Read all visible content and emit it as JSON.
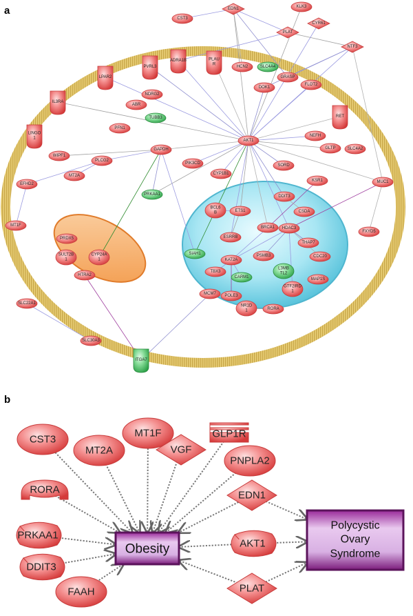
{
  "panel_a": {
    "letter": "a",
    "nodes": [
      {
        "id": "CST3",
        "label": "CST3",
        "fill": "red",
        "shape": "ellipse"
      },
      {
        "id": "EDN1",
        "label": "EDN1",
        "fill": "red",
        "shape": "diamond"
      },
      {
        "id": "KLK3",
        "label": "KLK3",
        "fill": "red",
        "shape": "ellipse"
      },
      {
        "id": "CYR61",
        "label": "CYR61",
        "fill": "red",
        "shape": "diamond"
      },
      {
        "id": "PLAT",
        "label": "PLAT",
        "fill": "red",
        "shape": "diamond"
      },
      {
        "id": "NTF3",
        "label": "NTF3",
        "fill": "red",
        "shape": "diamond"
      },
      {
        "id": "ADRA1B",
        "label": "ADRA1B",
        "fill": "red",
        "shape": "receptor"
      },
      {
        "id": "PVRL3",
        "label": "PVRL3",
        "fill": "red",
        "shape": "receptor"
      },
      {
        "id": "PLAUR",
        "label": "PLAU\nR",
        "fill": "red",
        "shape": "receptor"
      },
      {
        "id": "HCN2",
        "label": "HCN2",
        "fill": "red",
        "shape": "ellipse"
      },
      {
        "id": "SLC4A4",
        "label": "SLC4A4",
        "fill": "green",
        "shape": "ellipse"
      },
      {
        "id": "GRASP",
        "label": "GRASP",
        "fill": "red",
        "shape": "ellipse"
      },
      {
        "id": "LPAR2",
        "label": "LPAR2",
        "fill": "red",
        "shape": "receptor"
      },
      {
        "id": "NDRG2",
        "label": "NDRG2",
        "fill": "red",
        "shape": "ellipse"
      },
      {
        "id": "DOK1",
        "label": "DOK1",
        "fill": "red",
        "shape": "ellipse"
      },
      {
        "id": "FLOT2",
        "label": "FLOT2",
        "fill": "red",
        "shape": "ellipse"
      },
      {
        "id": "IL3RA",
        "label": "IL3RA",
        "fill": "red",
        "shape": "receptor"
      },
      {
        "id": "ABR",
        "label": "ABR",
        "fill": "red",
        "shape": "ellipse"
      },
      {
        "id": "TUBB3",
        "label": "TUBB3",
        "fill": "green",
        "shape": "ellipse"
      },
      {
        "id": "RET",
        "label": "RET",
        "fill": "red",
        "shape": "receptor"
      },
      {
        "id": "PFN1",
        "label": "PFN1",
        "fill": "red",
        "shape": "ellipse"
      },
      {
        "id": "LINGO1",
        "label": "LINGO\n1",
        "fill": "red",
        "shape": "receptor"
      },
      {
        "id": "AKT1",
        "label": "AKT1",
        "fill": "red",
        "shape": "ellipse"
      },
      {
        "id": "NEFH",
        "label": "NEFH",
        "fill": "red",
        "shape": "ellipse"
      },
      {
        "id": "GLTP",
        "label": "GLTP",
        "fill": "red",
        "shape": "ellipse"
      },
      {
        "id": "SLC4A2",
        "label": "SLC4A2",
        "fill": "red",
        "shape": "ellipse"
      },
      {
        "id": "WIPF1",
        "label": "WIPF1",
        "fill": "red",
        "shape": "ellipse"
      },
      {
        "id": "GAPDH",
        "label": "GAPDH",
        "fill": "red",
        "shape": "ellipse"
      },
      {
        "id": "PLCG2",
        "label": "PLCG2",
        "fill": "red",
        "shape": "ellipse"
      },
      {
        "id": "PIK3CD",
        "label": "PIK3CD",
        "fill": "red",
        "shape": "ellipse"
      },
      {
        "id": "SORD",
        "label": "SORD",
        "fill": "red",
        "shape": "ellipse"
      },
      {
        "id": "EFHD2",
        "label": "EFHD2",
        "fill": "red",
        "shape": "ellipse"
      },
      {
        "id": "MT2A",
        "label": "MT2A",
        "fill": "red",
        "shape": "ellipse"
      },
      {
        "id": "CYP1B1",
        "label": "CYP1B1",
        "fill": "red",
        "shape": "ellipse"
      },
      {
        "id": "KSR1",
        "label": "KSR1",
        "fill": "red",
        "shape": "ellipse"
      },
      {
        "id": "MUC1",
        "label": "MUC1",
        "fill": "red",
        "shape": "ellipse"
      },
      {
        "id": "PRKAA1",
        "label": "PRKAA1",
        "fill": "green",
        "shape": "ellipse"
      },
      {
        "id": "DDIT3",
        "label": "DDIT3",
        "fill": "red",
        "shape": "ellipse"
      },
      {
        "id": "BCL6B",
        "label": "BCL6\nB",
        "fill": "red",
        "shape": "ellipse"
      },
      {
        "id": "ETS1",
        "label": "ETS1",
        "fill": "red",
        "shape": "ellipse"
      },
      {
        "id": "CSDA",
        "label": "CSDA",
        "fill": "red",
        "shape": "ellipse"
      },
      {
        "id": "MT1F",
        "label": "MT1F",
        "fill": "red",
        "shape": "ellipse"
      },
      {
        "id": "PRDX5",
        "label": "PRDX5",
        "fill": "red",
        "shape": "ellipse"
      },
      {
        "id": "BRCA1",
        "label": "BRCA1",
        "fill": "red",
        "shape": "ellipse"
      },
      {
        "id": "HDAC3",
        "label": "HDAC3",
        "fill": "red",
        "shape": "ellipse"
      },
      {
        "id": "ESRRB",
        "label": "ESRRB",
        "fill": "red",
        "shape": "ellipse"
      },
      {
        "id": "FXYD5",
        "label": "FXYD5",
        "fill": "red",
        "shape": "ellipse"
      },
      {
        "id": "SULT2B1",
        "label": "SULT2B\n1",
        "fill": "red",
        "shape": "ellipse"
      },
      {
        "id": "CYP24A1",
        "label": "CYP24A\n1",
        "fill": "red",
        "shape": "ellipse"
      },
      {
        "id": "SIAH1",
        "label": "SIAH1",
        "fill": "green",
        "shape": "ellipse"
      },
      {
        "id": "THAP7",
        "label": "THAP7",
        "fill": "red",
        "shape": "ellipse"
      },
      {
        "id": "PSMB3",
        "label": "PSMB3",
        "fill": "red",
        "shape": "ellipse"
      },
      {
        "id": "CDC20",
        "label": "CDC20",
        "fill": "red",
        "shape": "ellipse"
      },
      {
        "id": "KAT2A",
        "label": "KAT2A",
        "fill": "red",
        "shape": "ellipse"
      },
      {
        "id": "TBX3",
        "label": "TBX3",
        "fill": "red",
        "shape": "ellipse"
      },
      {
        "id": "L3MBTL2",
        "label": "L3MB\nTL2",
        "fill": "green",
        "shape": "ellipse"
      },
      {
        "id": "HTRA2",
        "label": "HTRA2",
        "fill": "red",
        "shape": "ellipse"
      },
      {
        "id": "CARM1",
        "label": "CARM1",
        "fill": "green",
        "shape": "ellipse"
      },
      {
        "id": "GTF2IRD1",
        "label": "GTF2IRD\n1",
        "fill": "red",
        "shape": "ellipse"
      },
      {
        "id": "MAP1S",
        "label": "MAP1S",
        "fill": "red",
        "shape": "ellipse"
      },
      {
        "id": "SLC22A1",
        "label": "SLC22A1",
        "fill": "red",
        "shape": "ellipse"
      },
      {
        "id": "MCM7",
        "label": "MCM7",
        "fill": "red",
        "shape": "ellipse"
      },
      {
        "id": "POLE3",
        "label": "POLE3",
        "fill": "red",
        "shape": "ellipse"
      },
      {
        "id": "NR1D1",
        "label": "NR1D\n1",
        "fill": "red",
        "shape": "ellipse"
      },
      {
        "id": "RORA",
        "label": "RORA",
        "fill": "red",
        "shape": "ellipse"
      },
      {
        "id": "SLC30A3",
        "label": "SLC30A3",
        "fill": "red",
        "shape": "ellipse"
      },
      {
        "id": "ITGA7",
        "label": "ITGA7",
        "fill": "green",
        "shape": "receptor"
      }
    ],
    "edges": [
      [
        "EDN1",
        "CST3"
      ],
      [
        "EDN1",
        "PLAT"
      ],
      [
        "EDN1",
        "AKT1"
      ],
      [
        "EDN1",
        "HCN2"
      ],
      [
        "EDN1",
        "GRASP"
      ],
      [
        "NTF3",
        "AKT1"
      ],
      [
        "NTF3",
        "GRASP"
      ],
      [
        "NTF3",
        "PLAT"
      ],
      [
        "NTF3",
        "MUC1"
      ],
      [
        "NTF3",
        "DOK1"
      ],
      [
        "CYR61",
        "AKT1"
      ],
      [
        "PLAT",
        "ADRA1B"
      ],
      [
        "KLK3",
        "AKT1"
      ],
      [
        "PLAUR",
        "AKT1"
      ],
      [
        "PVRL3",
        "AKT1"
      ],
      [
        "ADRA1B",
        "AKT1"
      ],
      [
        "LPAR2",
        "AKT1"
      ],
      [
        "IL3RA",
        "AKT1"
      ],
      [
        "AKT1",
        "GAPDH"
      ],
      [
        "AKT1",
        "DOK1"
      ],
      [
        "AKT1",
        "FLOT2"
      ],
      [
        "AKT1",
        "NEFH"
      ],
      [
        "AKT1",
        "GLTP"
      ],
      [
        "AKT1",
        "RET"
      ],
      [
        "AKT1",
        "SORD"
      ],
      [
        "AKT1",
        "CYP1B1"
      ],
      [
        "AKT1",
        "PIK3CD"
      ],
      [
        "AKT1",
        "ETS1"
      ],
      [
        "AKT1",
        "BRCA1"
      ],
      [
        "AKT1",
        "DDIT3"
      ],
      [
        "AKT1",
        "ESRRB"
      ],
      [
        "AKT1",
        "HDAC3"
      ],
      [
        "AKT1",
        "PRKAA1"
      ],
      [
        "AKT1",
        "MUC1"
      ],
      [
        "AKT1",
        "SIAH1"
      ],
      [
        "GAPDH",
        "PLCG2"
      ],
      [
        "GAPDH",
        "SIAH1"
      ],
      [
        "GAPDH",
        "WIPF1"
      ],
      [
        "GAPDH",
        "CYP24A1"
      ],
      [
        "GAPDH",
        "PRKAA1"
      ],
      [
        "PLCG2",
        "EFHD2"
      ],
      [
        "MT2A",
        "PLCG2"
      ],
      [
        "KSR1",
        "BRCA1"
      ],
      [
        "MUC1",
        "FXYD5"
      ],
      [
        "MUC1",
        "HDAC3"
      ],
      [
        "BRCA1",
        "KAT2A"
      ],
      [
        "HDAC3",
        "KAT2A"
      ],
      [
        "HDAC3",
        "BRCA1"
      ],
      [
        "HDAC3",
        "CDC20"
      ],
      [
        "HDAC3",
        "THAP7"
      ],
      [
        "KAT2A",
        "TBX3"
      ],
      [
        "KAT2A",
        "CARM1"
      ],
      [
        "NR1D1",
        "RORA"
      ],
      [
        "HTRA2",
        "ITGA7"
      ],
      [
        "ITGA7",
        "MCM7"
      ],
      [
        "SLC22A1",
        "SLC30A3"
      ],
      [
        "ETS1",
        "BCL6B"
      ],
      [
        "ETS1",
        "ESRRB"
      ],
      [
        "CSDA",
        "DDIT3"
      ],
      [
        "PSMB3",
        "HDAC3"
      ],
      [
        "MT1F",
        "EFHD2"
      ],
      [
        "GTF2IRD1",
        "HDAC3"
      ],
      [
        "POLE3",
        "KAT2A"
      ]
    ]
  },
  "panel_b": {
    "letter": "b",
    "hub_left": "Obesity",
    "hub_right": [
      "Polycystic",
      "Ovary",
      "Syndrome"
    ],
    "nodes": [
      {
        "id": "CST3",
        "label": "CST3",
        "shape": "ellipse"
      },
      {
        "id": "MT2A",
        "label": "MT2A",
        "shape": "ellipse"
      },
      {
        "id": "MT1F",
        "label": "MT1F",
        "shape": "ellipse"
      },
      {
        "id": "VGF",
        "label": "VGF",
        "shape": "diamond"
      },
      {
        "id": "GLP1R",
        "label": "GLP1R",
        "shape": "receptor"
      },
      {
        "id": "PNPLA2",
        "label": "PNPLA2",
        "shape": "ellipse"
      },
      {
        "id": "RORA",
        "label": "RORA",
        "shape": "nuclear"
      },
      {
        "id": "EDN1",
        "label": "EDN1",
        "shape": "diamond"
      },
      {
        "id": "PRKAA1",
        "label": "PRKAA1",
        "shape": "kinase"
      },
      {
        "id": "AKT1",
        "label": "AKT1",
        "shape": "kinase"
      },
      {
        "id": "DDIT3",
        "label": "DDIT3",
        "shape": "kinase"
      },
      {
        "id": "PLAT",
        "label": "PLAT",
        "shape": "diamond"
      },
      {
        "id": "FAAH",
        "label": "FAAH",
        "shape": "ellipse"
      }
    ],
    "edges": [
      {
        "from": "CST3",
        "to": "Obesity"
      },
      {
        "from": "MT2A",
        "to": "Obesity"
      },
      {
        "from": "MT1F",
        "to": "Obesity"
      },
      {
        "from": "VGF",
        "to": "Obesity"
      },
      {
        "from": "GLP1R",
        "to": "Obesity"
      },
      {
        "from": "PNPLA2",
        "to": "Obesity"
      },
      {
        "from": "RORA",
        "to": "Obesity"
      },
      {
        "from": "EDN1",
        "to": "Obesity"
      },
      {
        "from": "PRKAA1",
        "to": "Obesity"
      },
      {
        "from": "DDIT3",
        "to": "Obesity"
      },
      {
        "from": "FAAH",
        "to": "Obesity"
      },
      {
        "from": "AKT1",
        "to": "Obesity"
      },
      {
        "from": "PLAT",
        "to": "Obesity"
      },
      {
        "from": "EDN1",
        "to": "PCOS"
      },
      {
        "from": "AKT1",
        "to": "PCOS"
      },
      {
        "from": "PLAT",
        "to": "PCOS"
      }
    ]
  }
}
